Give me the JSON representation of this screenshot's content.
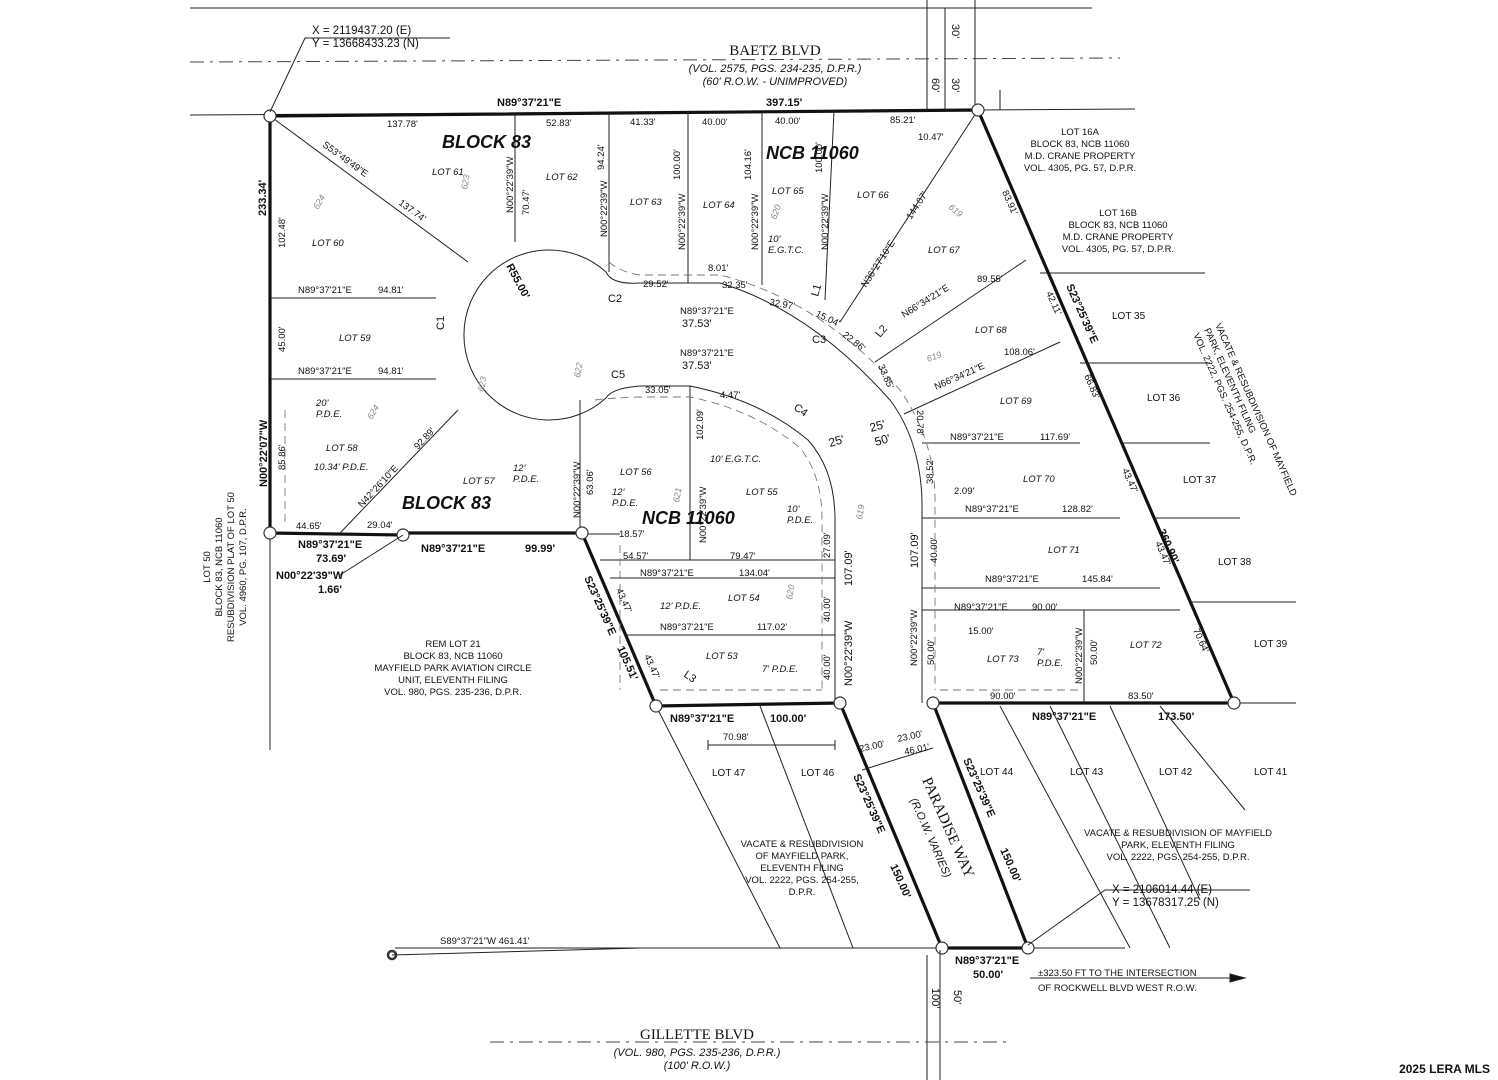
{
  "streets": {
    "north": {
      "name": "BAETZ BLVD",
      "ref": "(VOL. 2575, PGS. 234-235, D.P.R.)",
      "row": "(60' R.O.W. - UNIMPROVED)"
    },
    "south": {
      "name": "GILLETTE BLVD",
      "ref": "(VOL. 980, PGS. 235-236, D.P.R.)",
      "row": "(100' R.O.W.)"
    },
    "paradise": {
      "name": "PARADISE WAY",
      "row": "(R.O.W. VARIES)"
    }
  },
  "coords": {
    "nw": {
      "x": "X =   2119437.20 (E)",
      "y": "Y = 13668433.23 (N)"
    },
    "se": {
      "x": "X =   2106014.44 (E)",
      "y": "Y = 13678317.25 (N)"
    }
  },
  "blocks": {
    "block83_top": "BLOCK  83",
    "ncb_top": "NCB  11060",
    "block83_bottom": "BLOCK  83",
    "ncb_bottom": "NCB  11060"
  },
  "lots": {
    "l60": "LOT 60",
    "l61": "LOT 61",
    "l62": "LOT 62",
    "l63": "LOT 63",
    "l64": "LOT 64",
    "l65": "LOT 65",
    "l66": "LOT 66",
    "l67": "LOT 67",
    "l68": "LOT 68",
    "l69": "LOT 69",
    "l70": "LOT 70",
    "l71": "LOT 71",
    "l72": "LOT 72",
    "l73": "LOT 73",
    "l59": "LOT 59",
    "l58": "LOT 58",
    "l57": "LOT 57",
    "l56": "LOT 56",
    "l55": "LOT 55",
    "l54": "LOT 54",
    "l53": "LOT 53",
    "l35": "LOT 35",
    "l36": "LOT 36",
    "l37": "LOT 37",
    "l38": "LOT 38",
    "l39": "LOT 39",
    "l41": "LOT 41",
    "l42": "LOT 42",
    "l43": "LOT 43",
    "l44": "LOT 44",
    "l46": "LOT 46",
    "l47": "LOT 47"
  },
  "notes": {
    "lot16a": [
      "LOT 16A",
      "BLOCK 83, NCB 11060",
      "M.D. CRANE PROPERTY",
      "VOL. 4305, PG. 57, D.P.R."
    ],
    "lot16b": [
      "LOT 16B",
      "BLOCK 83, NCB 11060",
      "M.D. CRANE PROPERTY",
      "VOL. 4305, PG. 57, D.P.R."
    ],
    "rem21": [
      "REM LOT 21",
      "BLOCK 83, NCB 11060",
      "MAYFIELD PARK AVIATION CIRCLE",
      "UNIT, ELEVENTH FILING",
      "VOL. 980, PGS. 235-236, D.P.R."
    ],
    "lot50": [
      "LOT 50",
      "BLOCK 83, NCB 11060",
      "RESUBDIVISION PLAT OF LOT 50",
      "VOL. 4960, PG. 107, D.P.R."
    ],
    "vacate_mid": [
      "VACATE & RESUBDIVISION",
      "OF MAYFIELD PARK,",
      "ELEVENTH FILING",
      "VOL. 2222, PGS. 254-255,",
      "D.P.R."
    ],
    "vacate_right": [
      "VACATE & RESUBDIVISION OF MAYFIELD",
      "PARK, ELEVENTH FILING",
      "VOL. 2222, PGS. 254-255, D.P.R."
    ],
    "vacate_rot": [
      "VACATE & RESUBDIVISION OF MAYFIELD",
      "PARK, ELEVENTH FILING",
      "VOL. 2222, PGS. 254-255, D.P.R."
    ],
    "intersection": [
      "±323.50 FT TO THE INTERSECTION",
      "OF ROCKWELL BLVD WEST R.O.W."
    ],
    "tie": "S89°37'21\"W   461.41'"
  },
  "bearings": {
    "north_line": "N89°37'21\"E",
    "north_len": "397.15'",
    "west_line": "N00°22'07\"W",
    "west_len": "233.34'",
    "east_line": "S23°25'39\"E",
    "east_len": "360.90'",
    "sw1_b": "N89°37'21\"E",
    "sw1_l": "73.69'",
    "jog_b": "N00°22'39\"W",
    "jog_l": "1.66'",
    "sw2_b": "N89°37'21\"E",
    "sw2_l": "99.99'",
    "diag_b": "S23°25'39\"E",
    "diag_l": "105.51'",
    "s1_b": "N89°37'21\"E",
    "s1_l": "100.00'",
    "s2_b": "N89°37'21\"E",
    "s2_l": "173.50'",
    "pw_w_b": "S23°25'39\"E",
    "pw_w_l": "150.00'",
    "pw_e_b": "S23°25'39\"E",
    "pw_e_l": "150.00'",
    "pw_s_b": "N89°37'21\"E",
    "pw_s_l": "50.00'",
    "n5337": "S53°49'49\"E",
    "n3627": "N36°27'10\"E",
    "n6634a": "N66°34'21\"E",
    "n6634b": "N66°34'21\"E",
    "n4226": "N42°26'10\"E",
    "r55": "R55.00'"
  },
  "dims": {
    "d13778": "137.78'",
    "d5283": "52.83'",
    "d4133": "41.33'",
    "d4000a": "40.00'",
    "d4000b": "40.00'",
    "d8521": "85.21'",
    "d1047": "10.47'",
    "d13774": "137.74'",
    "d7047": "70.47'",
    "d9424": "94.24'",
    "d10000a": "100.00'",
    "d10416": "104.16'",
    "d10000b": "100.00'",
    "d14407": "144.07'",
    "d8391": "83.91'",
    "d10248": "102.48'",
    "d9481a": "94.81'",
    "d9481b": "94.81'",
    "d4500": "45.00'",
    "d8586": "85.86'",
    "d2952": "29.52'",
    "d801": "8.01'",
    "d3235": "32.35'",
    "d3297": "32.97'",
    "d1504": "15.04'",
    "d2286": "22.86'",
    "d3753a": "37.53'",
    "d3753b": "37.53'",
    "d8955": "89.55'",
    "d4211": "42.11'",
    "d10806": "108.06'",
    "d3385": "33.85'",
    "d2078": "20.78'",
    "d6683": "66.83'",
    "d3305": "33.05'",
    "d447": "4.47'",
    "d10209": "102.09'",
    "d11769": "117.69'",
    "d3852": "38.52'",
    "d4347a": "43.47'",
    "d209": "2.09'",
    "d12882": "128.82'",
    "d9289": "92.89'",
    "d6306": "63.06'",
    "d4465": "44.65'",
    "d2904": "29.04'",
    "d1857": "18.57'",
    "d5457": "54.57'",
    "d7947": "79.47'",
    "d2709": "27.09'",
    "d10709a": "107.09'",
    "d10709b": "107.09'",
    "d4000c": "40.00'",
    "d4347b": "43.47'",
    "d13404": "134.04'",
    "d14584": "145.84'",
    "d9000a": "90.00'",
    "d1500": "15.00'",
    "d4347c": "43.47'",
    "d11702": "117.02'",
    "d4000d": "40.00'",
    "d5000a": "50.00'",
    "d5000b": "50.00'",
    "d7064": "70.64'",
    "d4347d": "43.47'",
    "d9000b": "90.00'",
    "d8350": "83.50'",
    "d7098": "70.98'",
    "d2300a": "23.00'",
    "d2300b": "23.00'",
    "d4601": "46.01'",
    "d25a": "25'",
    "d25b": "25'",
    "d50": "50'",
    "d30a": "30'",
    "d30b": "30'",
    "d60": "60'",
    "d100": "100'",
    "d50b": "50'",
    "d1034": "10.34' P.D.E."
  },
  "curves": {
    "c1": "C1",
    "c2": "C2",
    "c3": "C3",
    "c4": "C4",
    "c5": "C5",
    "l1": "L1",
    "l2": "L2",
    "l3": "L3"
  },
  "easements": {
    "pde20": [
      "20'",
      "P.D.E."
    ],
    "pde12a": [
      "12'",
      "P.D.E."
    ],
    "pde12b": [
      "12'",
      "P.D.E."
    ],
    "pde10": [
      "10'",
      "P.D.E."
    ],
    "pde12c": "12' P.D.E.",
    "pde7a": "7' P.D.E.",
    "pde7b": [
      "7'",
      "P.D.E."
    ],
    "egtc1": [
      "10'",
      "E.G.T.C."
    ],
    "egtc2": "10' E.G.T.C."
  },
  "contours": {
    "c624a": "624",
    "c623a": "623",
    "c620": "620",
    "c619a": "619",
    "c619b": "619",
    "c623b": "623",
    "c622": "622",
    "c624b": "624",
    "c621": "621",
    "c620b": "620",
    "c619c": "619"
  },
  "watermark": "2025 LERA MLS"
}
